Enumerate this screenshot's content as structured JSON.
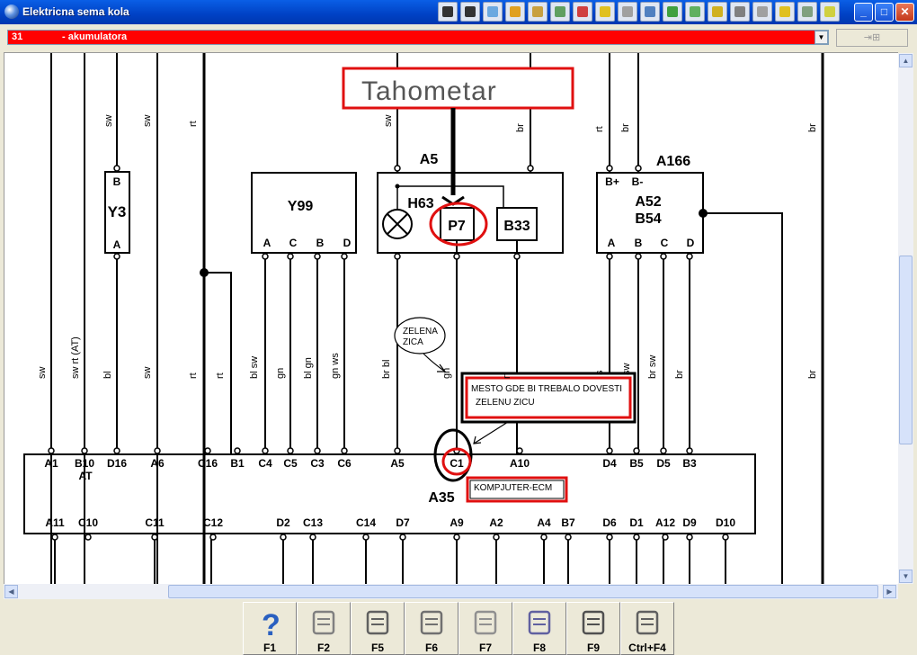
{
  "window": {
    "title": "Elektricna sema kola"
  },
  "toolbar": {
    "icons": [
      "first-page-icon",
      "previous-page-icon",
      "image-icon",
      "gear-icon",
      "engine-icon",
      "fuse-icon",
      "relay-icon",
      "component-icon",
      "wrench-icon",
      "sensor-icon",
      "battery-icon",
      "network-icon",
      "car-icon",
      "tools-icon",
      "person-icon",
      "warning-icon",
      "list-icon",
      "book-icon"
    ]
  },
  "selector": {
    "number": "31",
    "name": "- akumulatora"
  },
  "goto_button": {
    "label": "⇥⊞"
  },
  "function_keys": [
    {
      "label": "F1",
      "icon": "help-icon"
    },
    {
      "label": "F2",
      "icon": "printer-icon"
    },
    {
      "label": "F5",
      "icon": "printer-preview-icon"
    },
    {
      "label": "F6",
      "icon": "connector-icon"
    },
    {
      "label": "F7",
      "icon": "ruler-icon"
    },
    {
      "label": "F8",
      "icon": "zoom-icon"
    },
    {
      "label": "F9",
      "icon": "magnifier-icon"
    },
    {
      "label": "Ctrl+F4",
      "icon": "table-icon"
    }
  ],
  "diagram": {
    "annotations": {
      "tach": "Tahometar",
      "green_wire": [
        "ZELENA",
        "ZICA"
      ],
      "location": [
        "MESTO GDE BI TREBALO DOVESTI",
        "ZELENU ZICU"
      ],
      "computer": "KOMPJUTER-ECM"
    },
    "components": {
      "y3": {
        "name": "Y3",
        "top": "B",
        "bottom": "A"
      },
      "y99": {
        "name": "Y99",
        "pins": [
          "A",
          "C",
          "B",
          "D"
        ]
      },
      "a5": {
        "name": "A5",
        "h63": "H63",
        "p7": "P7",
        "b33": "B33"
      },
      "a166": {
        "name": "A166",
        "name2": "A52",
        "name3": "B54",
        "bplus": "B+",
        "bminus": "B-",
        "pins": [
          "A",
          "B",
          "C",
          "D"
        ]
      },
      "a35": {
        "name": "A35"
      }
    },
    "ecm_top_pins": [
      "A1",
      "B10",
      "D16",
      "A6",
      "C16",
      "B1",
      "C4",
      "C5",
      "C3",
      "C6",
      "A5",
      "C1",
      "A10",
      "D4",
      "B5",
      "D5",
      "B3"
    ],
    "ecm_at_label": "AT",
    "ecm_bottom_pins": [
      "A11",
      "C10",
      "C11",
      "C12",
      "D2",
      "C13",
      "C14",
      "D7",
      "A9",
      "A2",
      "A4",
      "B7",
      "D6",
      "D1",
      "A12",
      "D9",
      "D10"
    ],
    "wire_colors_top": [
      "sw",
      "sw",
      "rt",
      "sw",
      "br",
      "rt",
      "br",
      "br"
    ],
    "wire_colors_lower": [
      "sw",
      "sw rt (AT)",
      "bl",
      "sw",
      "rt",
      "rt",
      "bl sw",
      "gn",
      "bl gn",
      "gn ws",
      "br bl",
      "gn",
      "rt",
      "s",
      "sw",
      "br sw",
      "br",
      "br"
    ]
  },
  "colors": {
    "title_bar": "#0041c4",
    "selector_bg": "#ff0000",
    "highlight": "#e01010"
  }
}
